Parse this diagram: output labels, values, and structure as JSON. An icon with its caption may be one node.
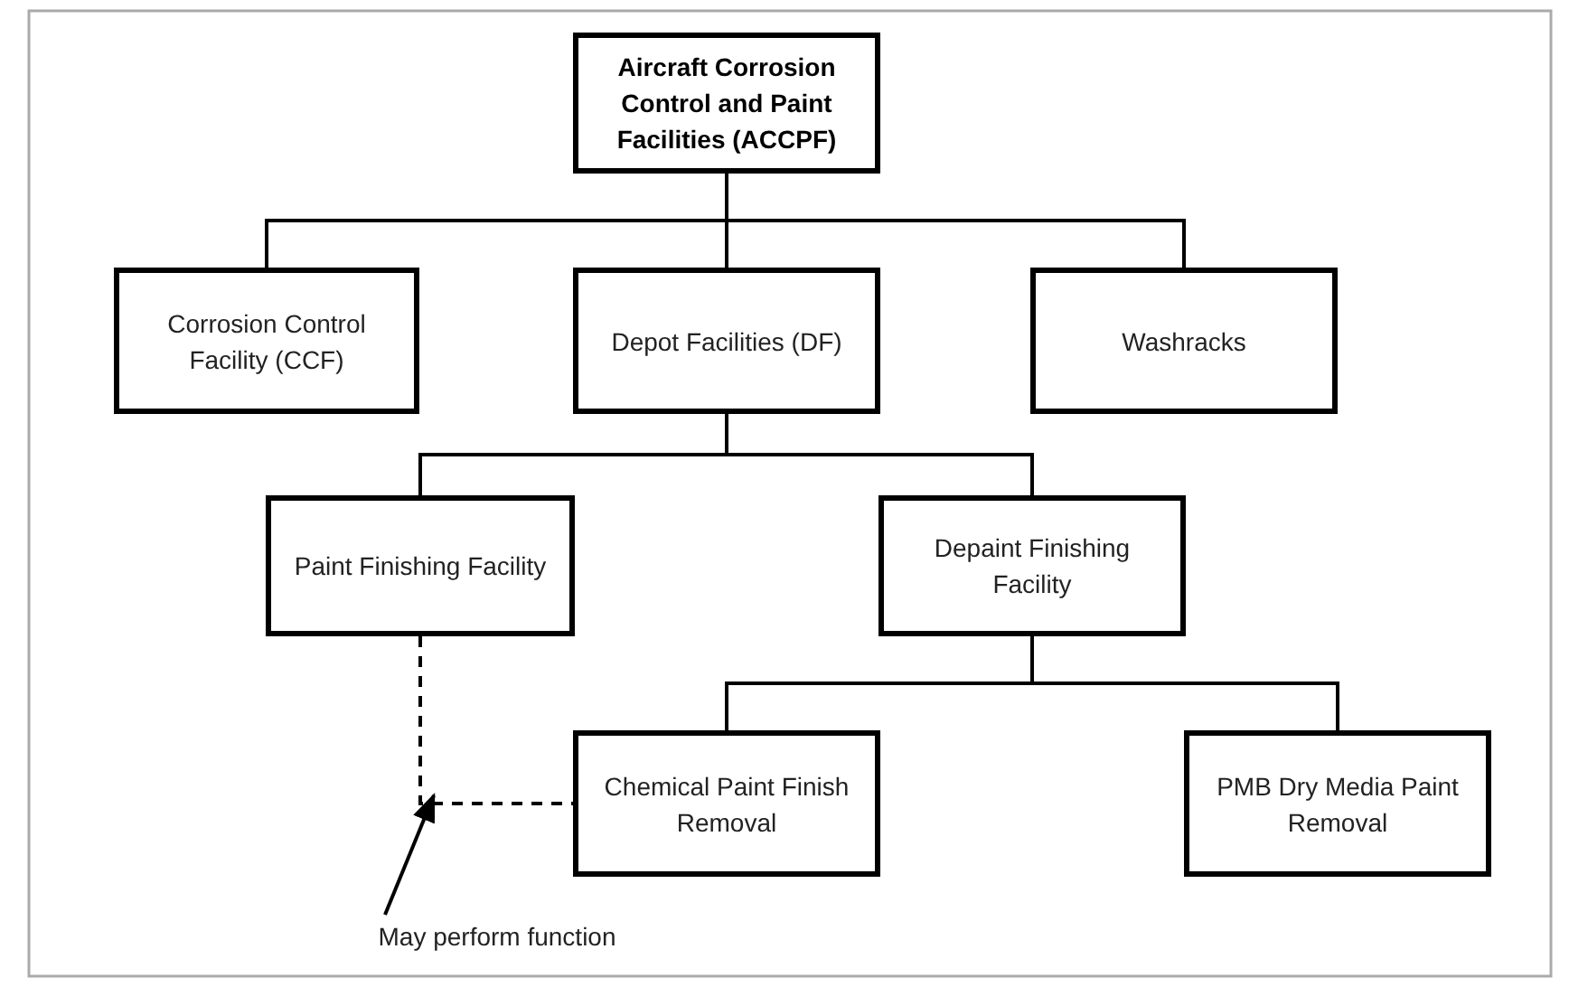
{
  "diagram": {
    "nodes": [
      {
        "text": [
          "Aircraft Corrosion Control and Paint Facilities (ACCPF)"
        ]
      },
      {
        "text": [
          "Corrosion Control Facility (CCF)"
        ]
      },
      {
        "text": [
          "Depot Facilities (DF)"
        ]
      },
      {
        "text": [
          "Washracks"
        ]
      },
      {
        "text": [
          "Paint Finishing Facility"
        ]
      },
      {
        "text": [
          "Depaint Finishing Facility"
        ]
      },
      {
        "text": [
          "Chemical Paint Finish Removal"
        ]
      },
      {
        "text": [
          "PMB Dry Media Paint Removal"
        ]
      },
      {
        "text": [
          "May perform function"
        ]
      }
    ],
    "edges": [
      {
        "from": 0,
        "to": 1,
        "arrow": "none"
      },
      {
        "from": 0,
        "to": 2,
        "arrow": "none"
      },
      {
        "from": 0,
        "to": 3,
        "arrow": "none"
      },
      {
        "from": 2,
        "to": 4,
        "arrow": "none"
      },
      {
        "from": 2,
        "to": 5,
        "arrow": "none"
      },
      {
        "from": 5,
        "to": 6,
        "arrow": "none"
      },
      {
        "from": 5,
        "to": 7,
        "arrow": "none"
      },
      {
        "from": 4,
        "to": 6,
        "arrow": "none",
        "style": "dashed"
      },
      {
        "from": 8,
        "to": null,
        "arrow": "to"
      }
    ]
  }
}
